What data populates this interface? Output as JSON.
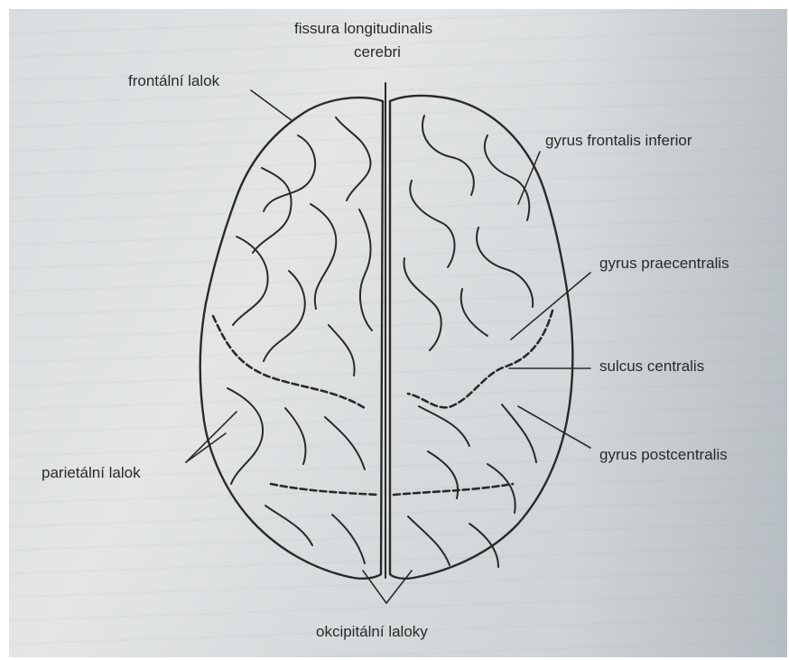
{
  "labels": {
    "fissura_line1": "fissura longitudinalis",
    "fissura_line2": "cerebri",
    "frontalni": "frontální lalok",
    "gyrus_frontalis_inferior": "gyrus frontalis inferior",
    "gyrus_praecentralis": "gyrus praecentralis",
    "sulcus_centralis": "sulcus centralis",
    "gyrus_postcentralis": "gyrus postcentralis",
    "parietalni": "parietální lalok",
    "okcipitalni": "okcipitální laloky"
  },
  "colors": {
    "ink": "#2a2a2a",
    "paper": "#dfe2e3"
  }
}
